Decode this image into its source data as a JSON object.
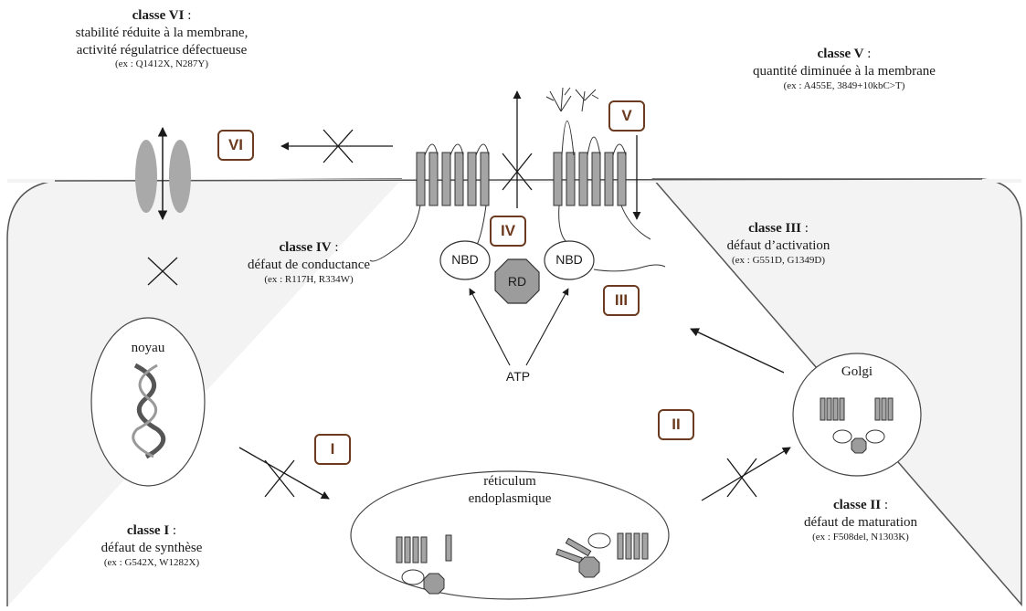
{
  "classes": {
    "c6": {
      "name": "classe VI",
      "desc1": "stabilité réduite à la membrane,",
      "desc2": "activité régulatrice défectueuse",
      "ex": "(ex : Q1412X, N287Y)"
    },
    "c5": {
      "name": "classe V",
      "desc1": "quantité diminuée à la membrane",
      "ex": "(ex : A455E, 3849+10kbC>T)"
    },
    "c4": {
      "name": "classe IV",
      "desc1": "défaut de conductance",
      "ex": "(ex : R117H, R334W)"
    },
    "c3": {
      "name": "classe III",
      "desc1": "défaut d’activation",
      "ex": "(ex : G551D, G1349D)"
    },
    "c2": {
      "name": "classe II",
      "desc1": "défaut de maturation",
      "ex": "(ex : F508del, N1303K)"
    },
    "c1": {
      "name": "classe I",
      "desc1": "défaut de synthèse",
      "ex": "(ex : G542X, W1282X)"
    }
  },
  "badges": {
    "b1": "I",
    "b2": "II",
    "b3": "III",
    "b4": "IV",
    "b5": "V",
    "b6": "VI"
  },
  "labels": {
    "noyau": "noyau",
    "golgi": "Golgi",
    "reticulum1": "réticulum",
    "reticulum2": "endoplasmique",
    "nbd_left": "NBD",
    "nbd_right": "NBD",
    "rd": "RD",
    "atp": "ATP"
  },
  "colors": {
    "badge_border": "#6b3a1f",
    "cell_fill": "#f2f2f2",
    "protein_gray": "#a8a8a8"
  }
}
